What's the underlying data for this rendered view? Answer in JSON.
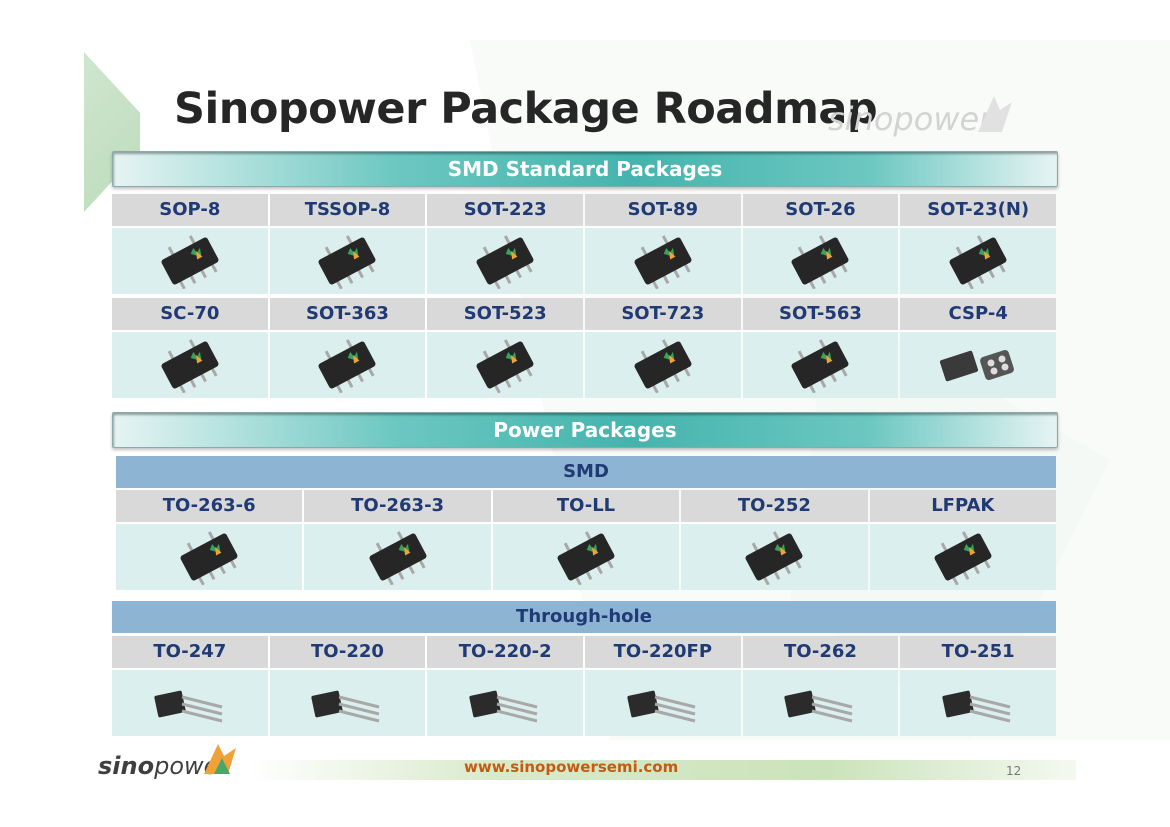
{
  "title": "Sinopower Package Roadmap",
  "watermark": {
    "sino": "sino",
    "power": "power"
  },
  "smd_standard": {
    "banner": "SMD Standard Packages",
    "row1": [
      "SOP-8",
      "TSSOP-8",
      "SOT-223",
      "SOT-89",
      "SOT-26",
      "SOT-23(N)"
    ],
    "row2": [
      "SC-70",
      "SOT-363",
      "SOT-523",
      "SOT-723",
      "SOT-563",
      "CSP-4"
    ]
  },
  "power": {
    "banner": "Power Packages",
    "smd_label": "SMD",
    "smd": [
      "TO-263-6",
      "TO-263-3",
      "TO-LL",
      "TO-252",
      "LFPAK"
    ],
    "through_hole_label": "Through-hole",
    "through_hole": [
      "TO-247",
      "TO-220",
      "TO-220-2",
      "TO-220FP",
      "TO-262",
      "TO-251"
    ]
  },
  "footer": {
    "logo_sino": "sino",
    "logo_power": "power",
    "url": "www.sinopowersemi.com",
    "page": "12"
  }
}
